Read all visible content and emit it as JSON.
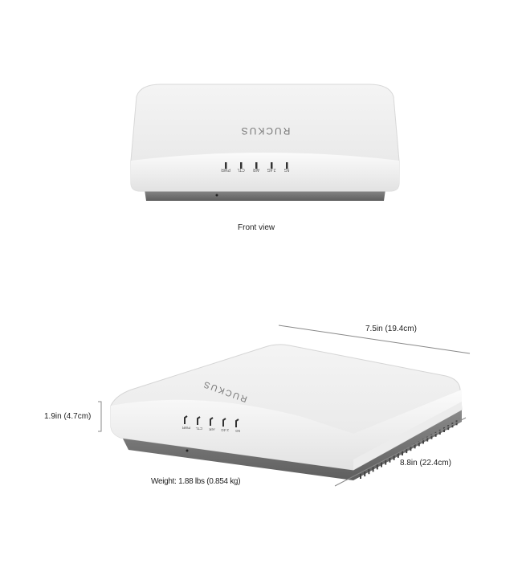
{
  "brand_logo": "RUCKUS",
  "led_labels": [
    "PWR",
    "CTL",
    "AIR",
    "2.4G",
    "5G"
  ],
  "front_view": {
    "caption": "Front view"
  },
  "dimensions": {
    "width": "7.5in (19.4cm)",
    "depth": "8.8in (22.4cm)",
    "height": "1.9in (4.7cm)",
    "weight": "Weight: 1.88 lbs (0.854 kg)"
  }
}
